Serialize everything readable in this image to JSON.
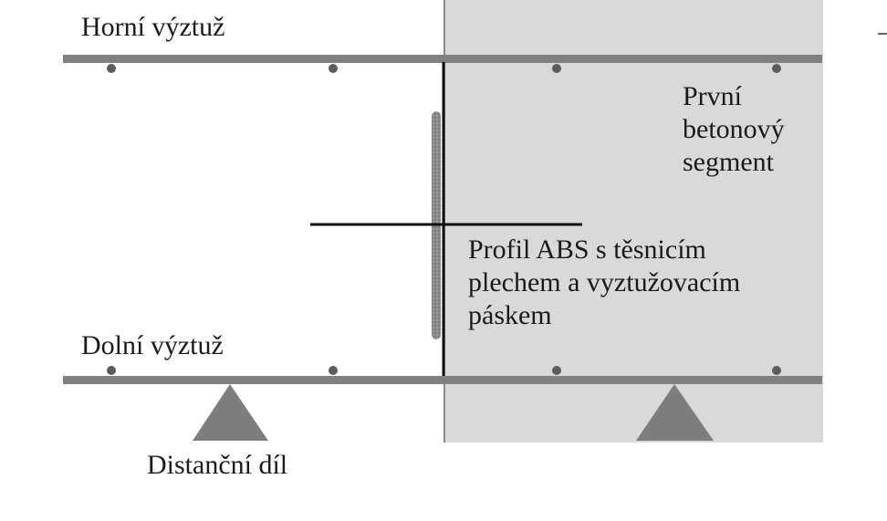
{
  "diagram": {
    "labels": {
      "top_reinforcement": "Horní výztuž",
      "bottom_reinforcement": "Dolní výztuž",
      "first_segment": [
        "První",
        "betonový",
        "segment"
      ],
      "abs_profile": [
        "Profil ABS s těsnicím",
        "plechem a vyztužovacím",
        "páskem"
      ],
      "spacer": "Distanční díl"
    },
    "colors": {
      "concrete": "#d9d9d9",
      "rebar": "#7f8080",
      "dot": "#5c5c5c",
      "spacer": "#7d7d7d",
      "seal_strip": "#8c8c8c",
      "line": "#111111",
      "text": "#1a1a1a"
    }
  }
}
